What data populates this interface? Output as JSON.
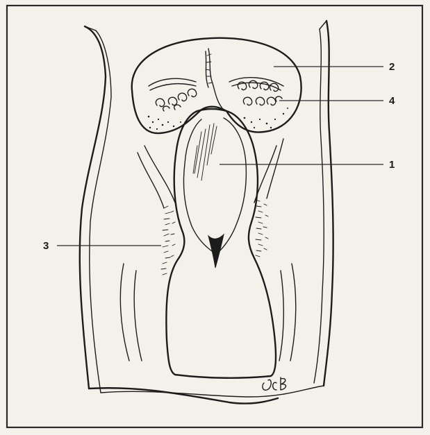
{
  "callouts": [
    {
      "id": "1",
      "text": "1"
    },
    {
      "id": "2",
      "text": "2"
    },
    {
      "id": "3",
      "text": "3"
    },
    {
      "id": "4",
      "text": "4"
    }
  ],
  "signature": "JCB",
  "colors": {
    "ink": "#1c1c1c",
    "paper": "#f4f1ea",
    "frame": "#2a2a2a"
  }
}
